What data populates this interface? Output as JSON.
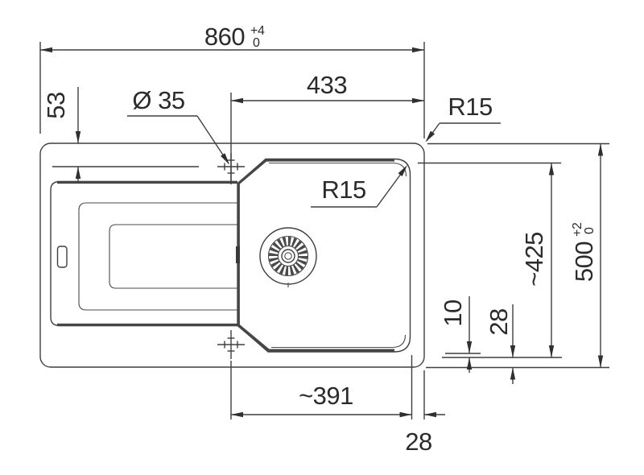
{
  "drawing": {
    "kind": "sink-installation-dimension-drawing",
    "labels": {
      "overall_width": "860",
      "overall_width_tol_upper": "+4",
      "overall_width_tol_lower": "0",
      "bowl_offset": "433",
      "faucet_depth": "53",
      "hole_diameter": "Ø 35",
      "corner_radius_top": "R15",
      "corner_radius_bowl": "R15",
      "bowl_height": "~425",
      "overall_height": "500",
      "overall_height_tol_upper": "+2",
      "overall_height_tol_lower": "0",
      "edge_offset_10": "10",
      "edge_offset_28_vertical": "28",
      "bowl_width": "~391",
      "edge_offset_28_horizontal": "28"
    },
    "colors": {
      "line": "#3f3f3f",
      "edge_accent": "#464646",
      "text": "#2b2b2b",
      "background": "#ffffff"
    }
  }
}
